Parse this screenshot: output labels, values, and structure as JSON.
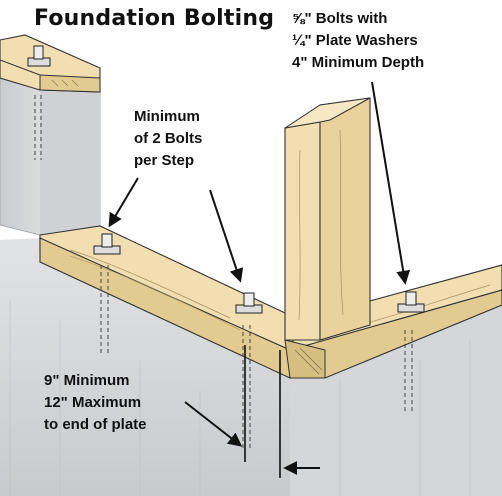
{
  "title": "Foundation Bolting",
  "callouts": {
    "bolt_spec": [
      "⅝\" Bolts with",
      "¼\" Plate Washers",
      "4\" Minimum Depth"
    ],
    "bolts_per_step": [
      "Minimum",
      "of 2 Bolts",
      "per Step"
    ],
    "end_distance": [
      "9\" Minimum",
      "12\" Maximum",
      "to end of plate"
    ]
  },
  "colors": {
    "wood": "#f1dfb2",
    "wood_shade": "#e2cb91",
    "concrete": "#d9dbdd",
    "ink": "#1a1a1a"
  },
  "icons": [
    "anchor-bolt-icon",
    "plate-washer-icon",
    "arrow-icon"
  ]
}
